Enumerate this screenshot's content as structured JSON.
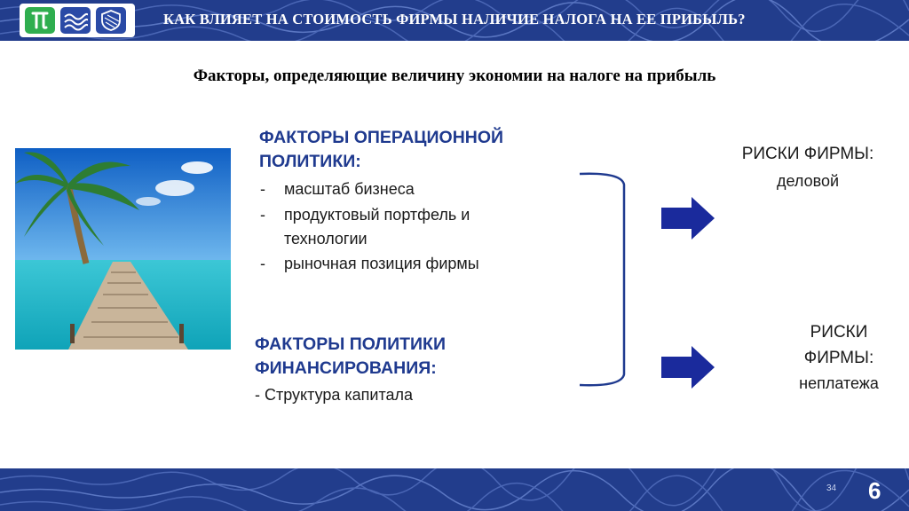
{
  "header": {
    "title": "КАК ВЛИЯЕТ НА СТОИМОСТЬ ФИРМЫ НАЛИЧИЕ НАЛОГА НА ЕЕ ПРИБЫЛЬ?"
  },
  "subtitle": "Факторы, определяющие величину экономии на налоге на прибыль",
  "operational": {
    "heading_line1": "ФАКТОРЫ ОПЕРАЦИОННОЙ",
    "heading_line2": "ПОЛИТИКИ:",
    "items": [
      "масштаб бизнеса",
      "продуктовый портфель и",
      "технологии",
      "рыночная позиция фирмы"
    ]
  },
  "financing": {
    "heading_line1": "ФАКТОРЫ ПОЛИТИКИ",
    "heading_line2": "ФИНАНСИРОВАНИЯ:",
    "item": "- Структура капитала"
  },
  "risk_business": {
    "title": "РИСКИ ФИРМЫ:",
    "type": "деловой"
  },
  "risk_default": {
    "title_line1": "РИСКИ",
    "title_line2": "ФИРМЫ:",
    "type": "неплатежа"
  },
  "footer": {
    "slide_small": "34",
    "page_number": "6"
  },
  "colors": {
    "band": "#223d8c",
    "heading_blue": "#1f3a8f",
    "arrow": "#1a2a9c",
    "logo_green": "#2fae4f",
    "logo_blue": "#2a4aa6"
  },
  "icons": [
    "logo-pi-icon",
    "logo-waves-icon",
    "logo-shield-icon",
    "arrow-right-icon"
  ]
}
